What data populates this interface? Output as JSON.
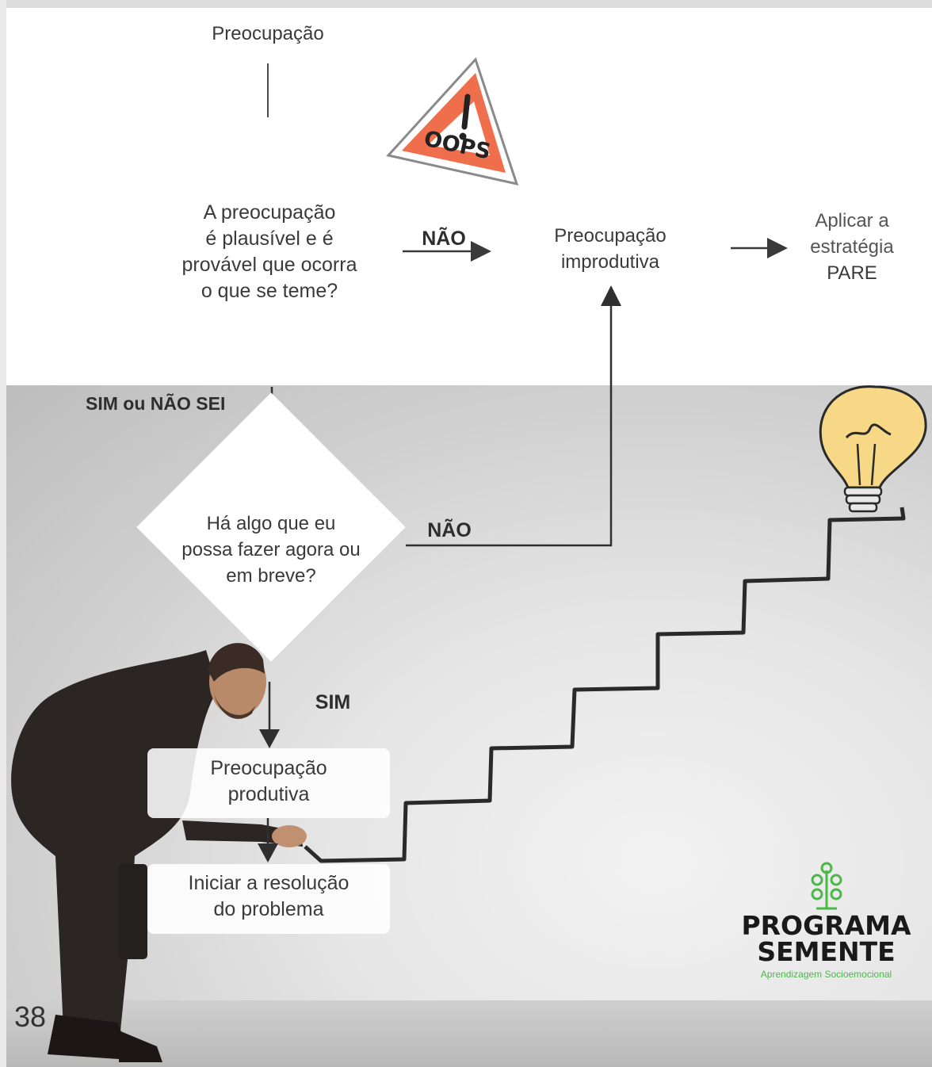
{
  "flowchart": {
    "start": "Preocupação",
    "question1_lines": [
      "A preocupação",
      "é plausível e é",
      "provável que ocorra",
      "o que se teme?"
    ],
    "no_label_1": "NÃO",
    "unproductive_lines": [
      "Preocupação",
      "improdutiva"
    ],
    "apply_strategy_lines": [
      "Aplicar a",
      "estratégia",
      "PARE"
    ],
    "yes_or_dont_know": "SIM ou NÃO SEI",
    "question2_lines": [
      "Há algo que eu",
      "possa fazer agora ou",
      "em breve?"
    ],
    "no_label_2": "NÃO",
    "yes_label": "SIM",
    "productive_lines": [
      "Preocupação",
      "produtiva"
    ],
    "start_solving_lines": [
      "Iniciar a resolução",
      "do problema"
    ]
  },
  "warning_sign": {
    "text": "OOPS",
    "color": "#ef6f4d"
  },
  "logo": {
    "title_line1": "PROGRAMA",
    "title_line2": "SEMENTE",
    "subtitle": "Aprendizagem Socioemocional",
    "color": "#4cb84a",
    "icon": "tree-icon"
  },
  "page_number": "38",
  "illustration": {
    "bulb": "lightbulb-icon",
    "person": "businessman-figure",
    "stairs": "stairs-drawing"
  }
}
